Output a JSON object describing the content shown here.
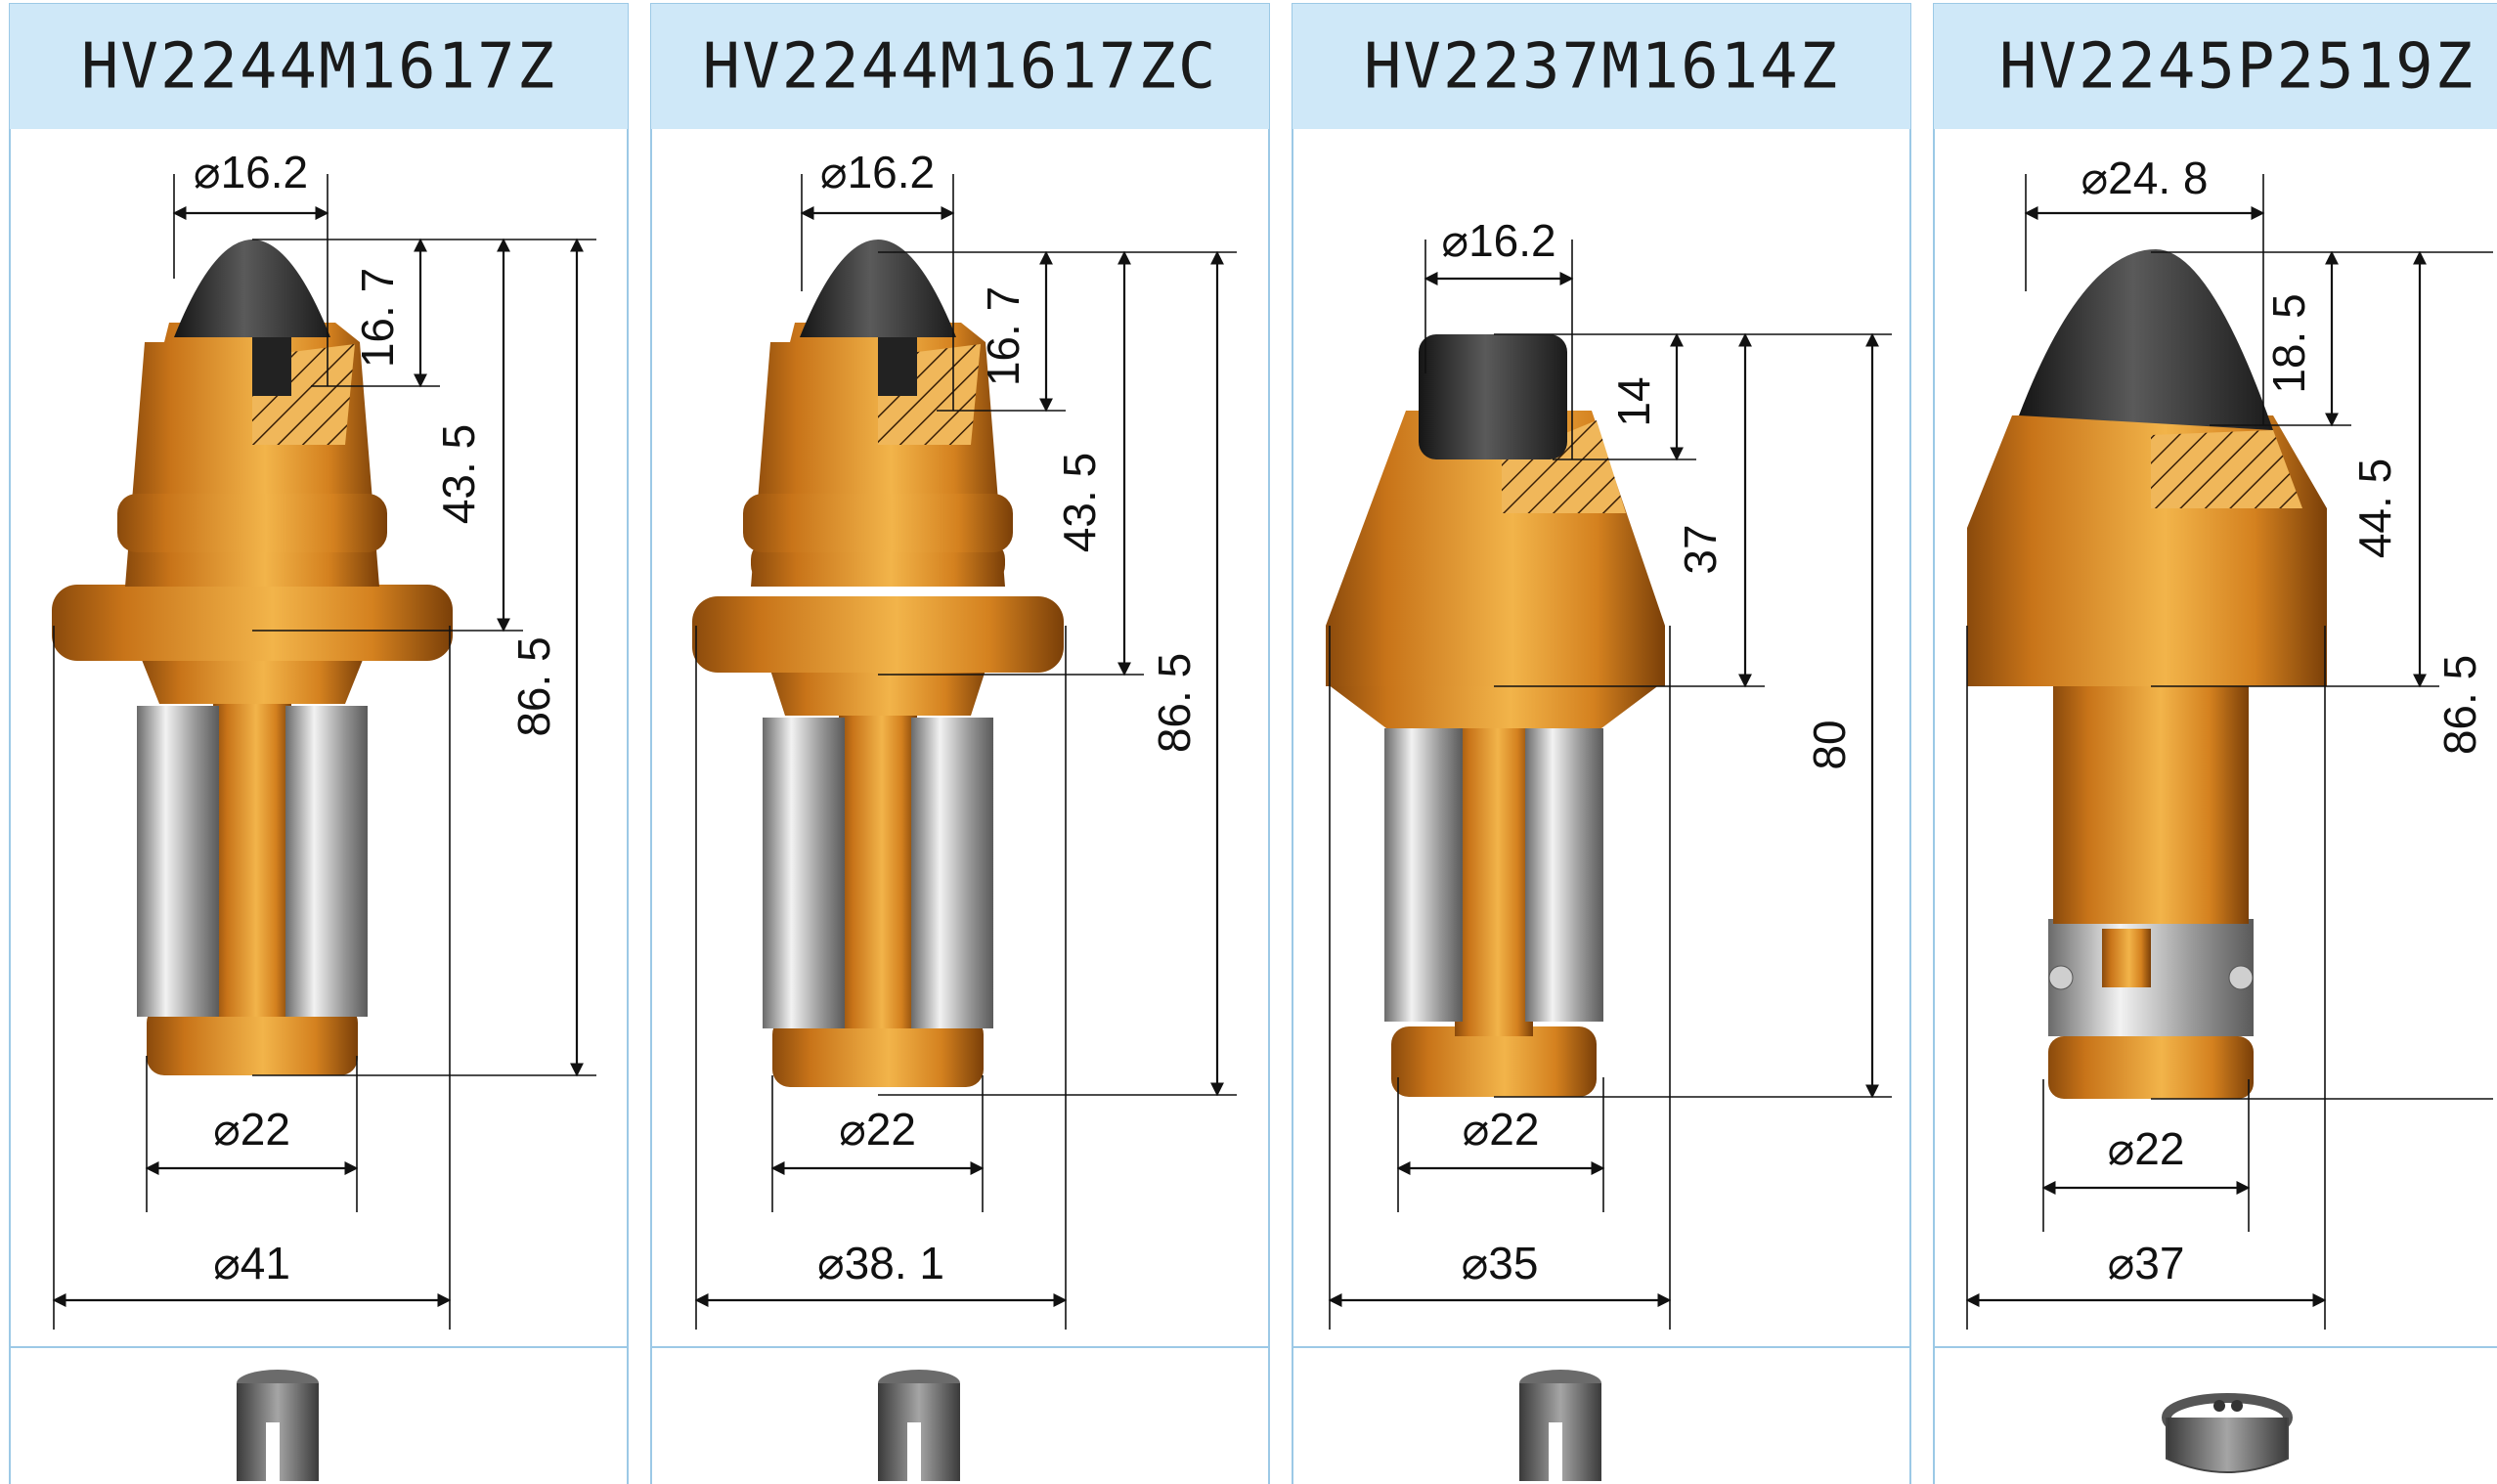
{
  "colors": {
    "header_bg": "#cfe8f8",
    "panel_border": "#9cc9e6",
    "steel_body": "#d98a22",
    "carbide_tip": "#3b3b3b",
    "sleeve_metal": "#8c8c8c"
  },
  "products": [
    {
      "model": "HV2244M1617Z",
      "dims": {
        "tip_diameter": "⌀16.2",
        "tip_height": "16. 7",
        "head_height": "43. 5",
        "total_length": "86. 5",
        "shank_diameter": "⌀22",
        "flange_diameter": "⌀41"
      },
      "sleeve_icon": "split-sleeve-icon"
    },
    {
      "model": "HV2244M1617ZC",
      "dims": {
        "tip_diameter": "⌀16.2",
        "tip_height": "16. 7",
        "head_height": "43. 5",
        "total_length": "86. 5",
        "shank_diameter": "⌀22",
        "flange_diameter": "⌀38. 1"
      },
      "sleeve_icon": "split-sleeve-icon"
    },
    {
      "model": "HV2237M1614Z",
      "dims": {
        "tip_diameter": "⌀16.2",
        "tip_height": "14",
        "head_height": "37",
        "total_length": "80",
        "shank_diameter": "⌀22",
        "flange_diameter": "⌀35"
      },
      "sleeve_icon": "split-sleeve-icon"
    },
    {
      "model": "HV2245P2519Z",
      "dims": {
        "tip_diameter": "⌀24. 8",
        "tip_height": "18. 5",
        "head_height": "44. 5",
        "total_length": "86. 5",
        "shank_diameter": "⌀22",
        "flange_diameter": "⌀37"
      },
      "sleeve_icon": "clip-ring-icon"
    }
  ]
}
